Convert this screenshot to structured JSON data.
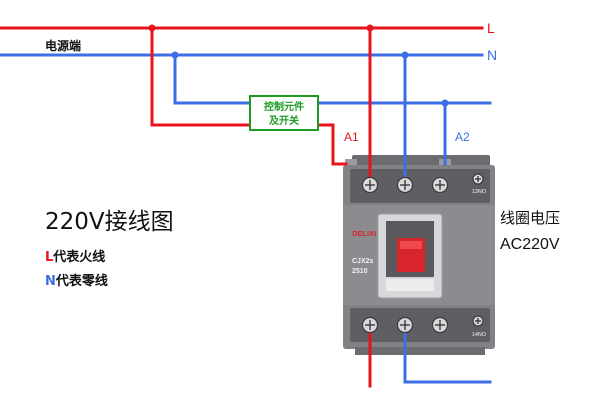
{
  "power_label": "电源端",
  "line_L": "L",
  "line_N": "N",
  "control_box": {
    "line1": "控制元件",
    "line2": "及开关"
  },
  "terminal_A1": "A1",
  "terminal_A2": "A2",
  "title": "220V接线图",
  "legend": [
    {
      "letter": "L",
      "text": "代表火线"
    },
    {
      "letter": "N",
      "text": "代表零线"
    }
  ],
  "coil_voltage": {
    "line1": "线圈电压",
    "line2": "AC220V"
  },
  "contactor": {
    "brand": "DELIXI",
    "model": "CJX2s",
    "code": "2510",
    "top_aux": "13NO",
    "bottom_aux": "14NO"
  },
  "colors": {
    "live": "#e8141c",
    "neutral": "#3c6ee6",
    "control": "#1e9b22"
  }
}
